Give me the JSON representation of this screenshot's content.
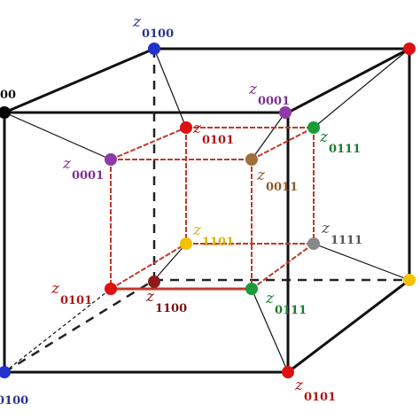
{
  "diagram": {
    "nodes": [
      {
        "id": "outer-top-left",
        "color": "#000000",
        "label": null
      },
      {
        "id": "outer-top-back",
        "color": "#2233cc",
        "label": {
          "z": "z",
          "sub": "0100",
          "color": "#2a3590"
        }
      },
      {
        "id": "outer-top-right",
        "color": "#dd1111",
        "label": null
      },
      {
        "id": "outer-bottom-left",
        "color": "#2233cc",
        "label": {
          "z": "",
          "sub": "0100",
          "color": "#2a3590"
        }
      },
      {
        "id": "outer-bottom-right",
        "color": "#dd1111",
        "label": {
          "z": "z",
          "sub": "0101",
          "color": "#b01515"
        }
      },
      {
        "id": "outer-right-mid",
        "color": "#f2c200",
        "label": null
      },
      {
        "id": "outer-back-bottom",
        "color": "#8b1a1a",
        "label": {
          "z": "z",
          "sub": "1100",
          "color": "#7a1010"
        }
      },
      {
        "id": "inner-top-back-left",
        "color": "#dd1111",
        "label": {
          "z": "z",
          "sub": "0101",
          "color": "#b01515"
        }
      },
      {
        "id": "inner-top-back-right",
        "color": "#1a9a3a",
        "label": {
          "z": "z",
          "sub": "0111",
          "color": "#1a7a30"
        }
      },
      {
        "id": "inner-top-front-left",
        "color": "#8e3aa8",
        "label": {
          "z": "z",
          "sub": "0001",
          "color": "#7a3090"
        }
      },
      {
        "id": "inner-top-front-right",
        "color": "#a0703a",
        "label": {
          "z": "z",
          "sub": "0011",
          "color": "#8a5a2a"
        }
      },
      {
        "id": "inner-bottom-back-left",
        "color": "#f2c200",
        "label": {
          "z": "z",
          "sub": "1101",
          "color": "#d8b000"
        }
      },
      {
        "id": "inner-bottom-back-right",
        "color": "#888888",
        "label": {
          "z": "z",
          "sub": "1111",
          "color": "#555555"
        }
      },
      {
        "id": "inner-bottom-front-left",
        "color": "#dd1111",
        "label": {
          "z": "z",
          "sub": "0101",
          "color": "#b01515"
        }
      },
      {
        "id": "inner-bottom-front-right",
        "color": "#1a9a3a",
        "label": {
          "z": "z",
          "sub": "0111",
          "color": "#1a7a30"
        }
      },
      {
        "id": "upper-right-purple",
        "color": "#8e3aa8",
        "label": {
          "z": "z",
          "sub": "0001",
          "color": "#7a3090"
        }
      }
    ],
    "partial_label_left": {
      "sub": "00",
      "color": "#111111"
    },
    "colors": {
      "outer_edge": "#111111",
      "inner_edge": "#c0392b",
      "dashed_edge": "#222222"
    }
  }
}
